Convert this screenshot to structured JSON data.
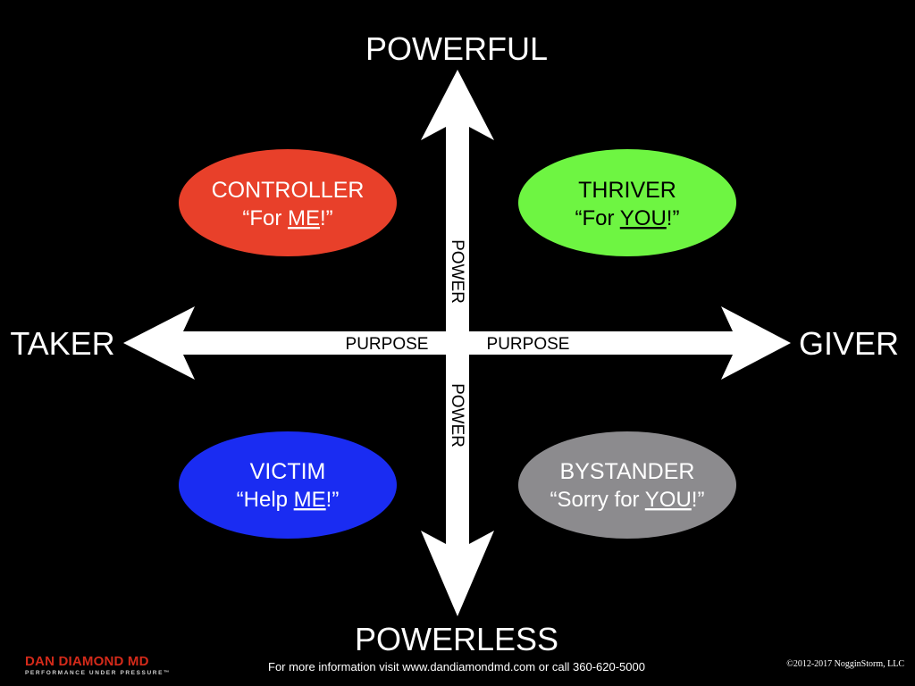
{
  "axes": {
    "top": "POWERFUL",
    "bottom": "POWERLESS",
    "left": "TAKER",
    "right": "GIVER",
    "vertical_axis_label": "POWER",
    "horizontal_axis_label": "PURPOSE"
  },
  "quadrants": {
    "top_left": {
      "title": "CONTROLLER",
      "quote_open": "“For ",
      "quote_emph": "ME",
      "quote_close": "!”",
      "color": "#e8402a"
    },
    "top_right": {
      "title": "THRIVER",
      "quote_open": "“For ",
      "quote_emph": "YOU",
      "quote_close": "!”",
      "color": "#6ef542"
    },
    "bottom_left": {
      "title": "VICTIM",
      "quote_open": "“Help ",
      "quote_emph": "ME",
      "quote_close": "!”",
      "color": "#1a2cf2"
    },
    "bottom_right": {
      "title": "BYSTANDER",
      "quote_open": "“Sorry for ",
      "quote_emph": "YOU",
      "quote_close": "!”",
      "color": "#8c8b8e"
    }
  },
  "footer": {
    "brand_name": "DAN DIAMOND MD",
    "brand_tagline": "PERFORMANCE UNDER PRESSURE™",
    "info": "For more information visit www.dandiamondmd.com or call 360-620-5000",
    "copyright": "©2012-2017 NogginStorm, LLC"
  },
  "colors": {
    "background": "#000000",
    "arrows": "#ffffff",
    "text": "#ffffff",
    "brand": "#d42a1a"
  }
}
